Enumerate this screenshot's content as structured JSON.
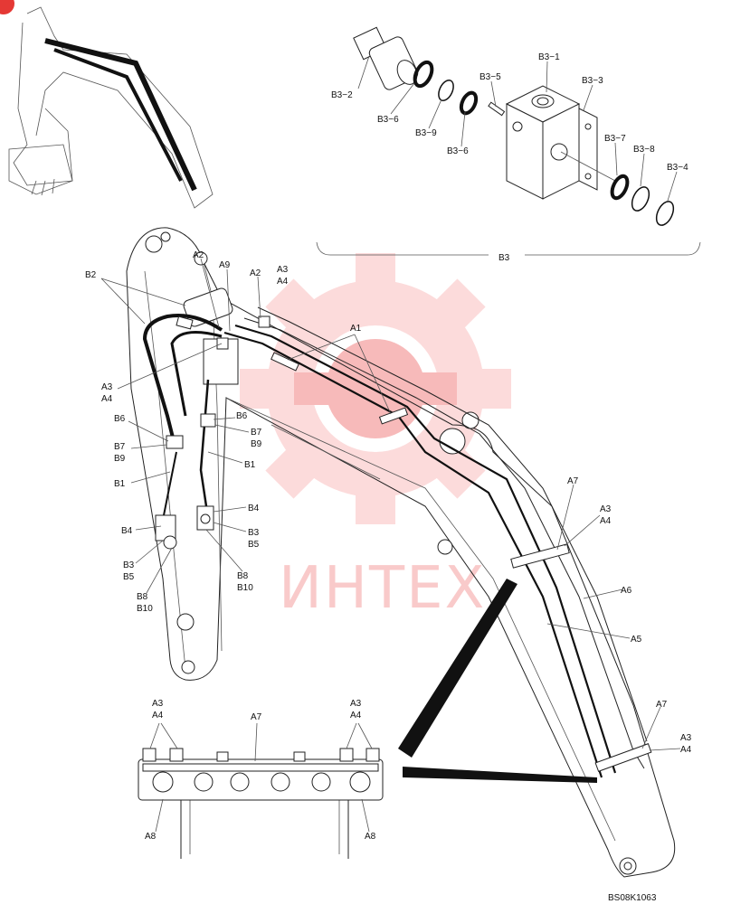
{
  "watermark": {
    "text": "ИНТЕХ",
    "color": "#e53935"
  },
  "drawing_code": "BS08K1063",
  "corner_marker_icon": "red-circle-marker-icon",
  "labels": {
    "b3_group": "B3",
    "b3_1": "B3−1",
    "b3_2": "B3−2",
    "b3_3": "B3−3",
    "b3_4": "B3−4",
    "b3_5": "B3−5",
    "b3_6a": "B3−6",
    "b3_6b": "B3−6",
    "b3_7": "B3−7",
    "b3_8": "B3−8",
    "b3_9": "B3−9",
    "b2": "B2",
    "a2a": "A2",
    "a9": "A9",
    "a2b": "A2",
    "a3_top": "A3",
    "a4_top": "A4",
    "a1": "A1",
    "a3_left": "A3",
    "a4_left": "A4",
    "b6_left": "B6",
    "b7_left": "B7",
    "b9_left": "B9",
    "b1_left": "B1",
    "b6_mid": "B6",
    "b7_mid": "B7",
    "b9_mid": "B9",
    "b1_mid": "B1",
    "b4_mid": "B4",
    "b3_mid": "B3",
    "b5_mid": "B5",
    "b8_mid": "B8",
    "b10_mid": "B10",
    "b4_left": "B4",
    "b3_left": "B3",
    "b5_left": "B5",
    "b8_left": "B8",
    "b10_left": "B10",
    "a7_upper": "A7",
    "a3_right1": "A3",
    "a4_right1": "A4",
    "a6": "A6",
    "a5": "A5",
    "a7_lower": "A7",
    "a3_right2": "A3",
    "a4_right2": "A4",
    "detail_a3_l": "A3",
    "detail_a4_l": "A4",
    "detail_a7": "A7",
    "detail_a3_r": "A3",
    "detail_a4_r": "A4",
    "detail_a8_l": "A8",
    "detail_a8_r": "A8"
  }
}
